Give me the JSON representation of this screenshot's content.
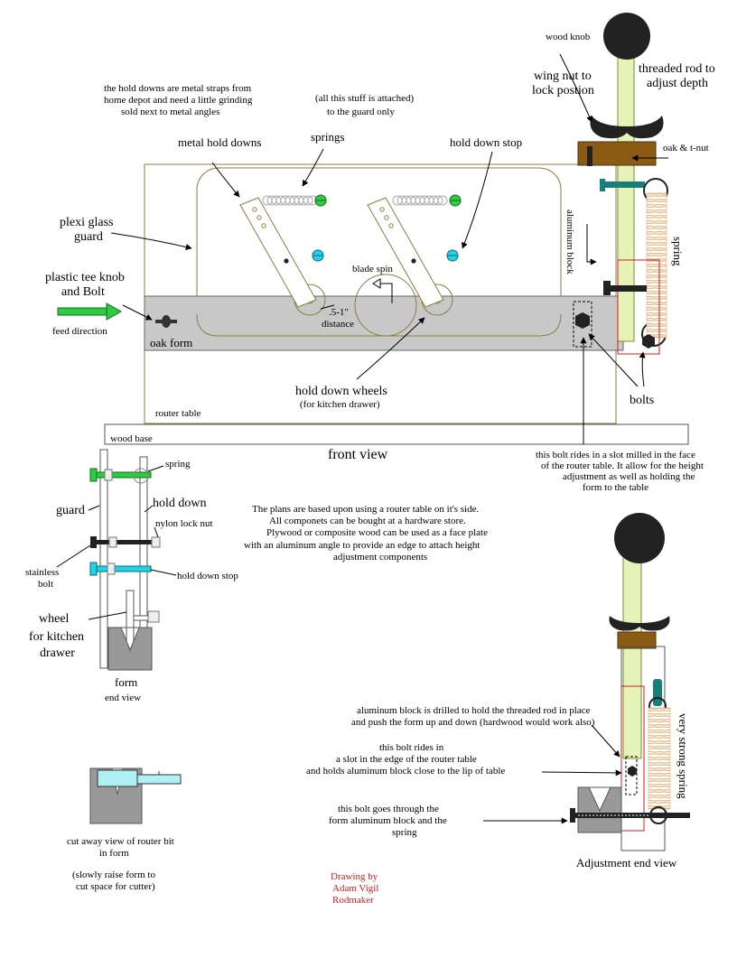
{
  "colors": {
    "plexi_border": "#8b7d3a",
    "oak_form": "#c8c8c8",
    "oak_block": "#8b5a14",
    "spring": "#d9a86b",
    "rod": "#e6f3b8",
    "green": "#2ecc40",
    "cyan": "#22d3e6",
    "teal": "#157f78",
    "knob": "#222222",
    "red": "#d01c1c"
  },
  "front_view": {
    "wood_knob": "wood knob",
    "wing_nut_1": "wing nut to",
    "wing_nut_2": "lock postion",
    "threaded_rod_1": "threaded rod to",
    "threaded_rod_2": "adjust depth",
    "oak_tnut": "oak & t-nut",
    "hold_downs_note_1": "the hold downs are metal straps from",
    "hold_downs_note_2": "home depot and need a little grinding",
    "hold_downs_note_3": "sold next to metal angles",
    "attached_note_1": "(all this stuff is attached)",
    "attached_note_2": "to the guard only",
    "metal_hold_downs": "metal hold downs",
    "springs": "springs",
    "hold_down_stop": "hold down stop",
    "plexi_1": "plexi glass",
    "plexi_2": "guard",
    "plastic_knob_1": "plastic tee knob",
    "plastic_knob_2": "and Bolt",
    "feed_direction": "feed direction",
    "blade_spin": "blade spin",
    "distance_1": ".5-1\"",
    "distance_2": "distance",
    "oak_form": "oak form",
    "aluminum_block": "aluminum block",
    "spring": "spring",
    "bolts": "bolts",
    "hold_down_wheels_1": "hold down wheels",
    "hold_down_wheels_2": "(for kitchen drawer)",
    "router_table": "router table",
    "wood_base": "wood base",
    "front_view_title": "front view",
    "bolt_slot_note_1": "this bolt rides in a slot milled in the face",
    "bolt_slot_note_2": "of the router table. It allow for the height",
    "bolt_slot_note_3": "adjustment as well as holding the",
    "bolt_slot_note_4": "form to the table"
  },
  "end_view": {
    "spring": "spring",
    "guard": "guard",
    "hold_down": "hold down",
    "nylon_lock_nut": "nylon lock nut",
    "stainless_1": "stainless",
    "stainless_2": "bolt",
    "hold_down_stop": "hold down stop",
    "wheel_1": "wheel",
    "wheel_2": "for kitchen",
    "wheel_3": "drawer",
    "form": "form",
    "end_view": "end view"
  },
  "plans_note": {
    "line1": "The plans are based upon using a router table on it's side.",
    "line2": "All componets can be bought at a hardware store.",
    "line3": "Plywood or composite wood can be used as a face plate",
    "line4": "with an aluminum angle to provide an edge to attach height",
    "line5": "adjustment components"
  },
  "adjustment_view": {
    "aluminum_note_1": "aluminum block is drilled to hold the threaded rod in place",
    "aluminum_note_2": "and push the form up and down  (hardwood would work also)",
    "bolt_edge_1": "this bolt rides in",
    "bolt_edge_2": "a slot in the edge of the router table",
    "bolt_edge_3": "and holds aluminum block close to the lip of table",
    "bolt_through_1": "this bolt goes through the",
    "bolt_through_2": "form aluminum block and the",
    "bolt_through_3": "spring",
    "very_strong_spring": "very strong spring",
    "title": "Adjustment end view"
  },
  "cutaway": {
    "line1": "cut away view of router bit",
    "line2": "in form",
    "line3": "(slowly raise form to",
    "line4": "cut space for cutter)"
  },
  "credit": {
    "line1": "Drawing by",
    "line2": "Adam Vigil",
    "line3": "Rodmaker"
  }
}
